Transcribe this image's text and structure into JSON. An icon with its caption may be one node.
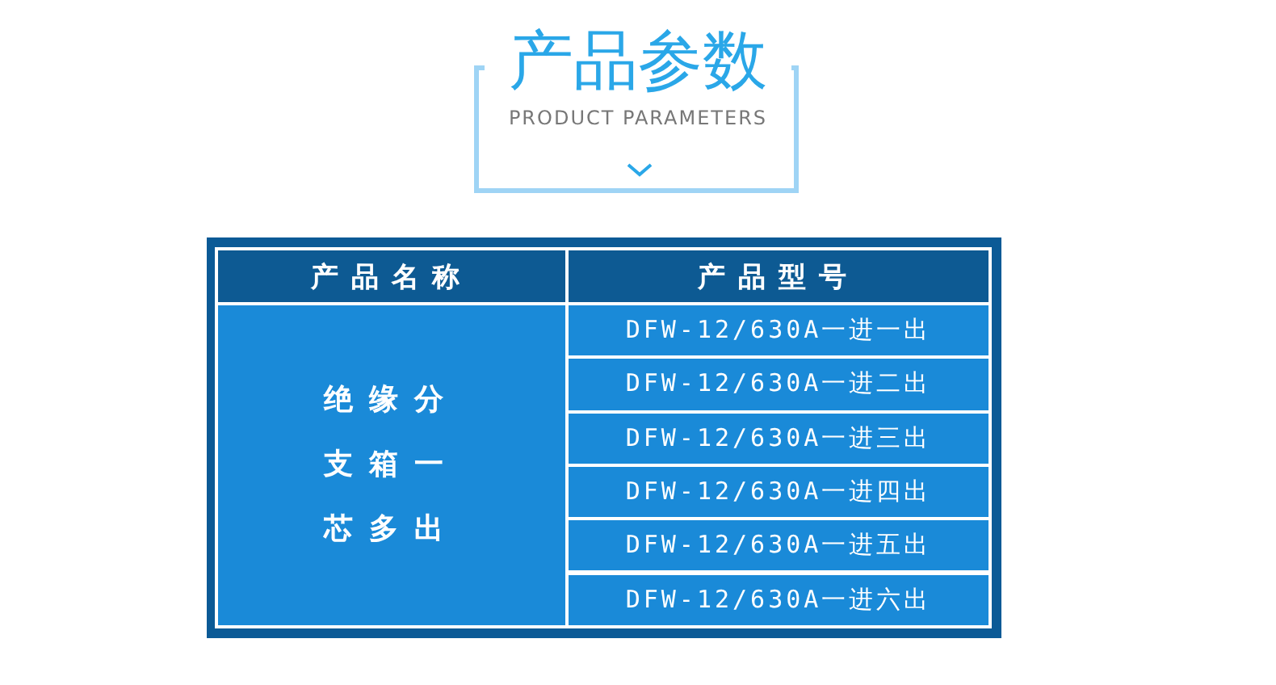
{
  "diagram": {
    "title": "产品参数",
    "labels": [
      "PRODUCT PARAMETERS",
      "产品名称",
      "产品型号",
      "绝缘分支箱一芯多出",
      "DFW-12/630A一进一出",
      "DFW-12/630A一进二出",
      "DFW-12/630A一进三出",
      "DFW-12/630A一进四出",
      "DFW-12/630A一进五出",
      "DFW-12/630A一进六出"
    ]
  }
}
